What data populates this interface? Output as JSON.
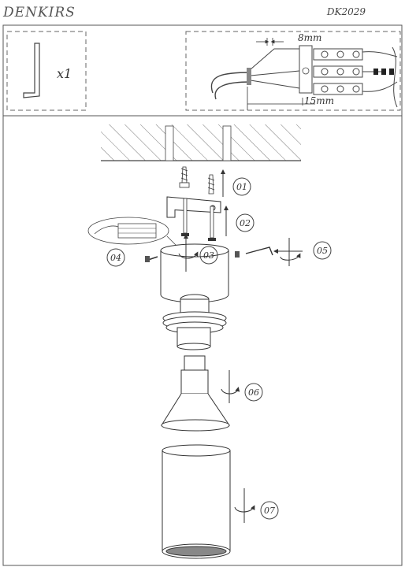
{
  "header": {
    "brand": "DENKIRS",
    "model": "DK2029"
  },
  "tools": {
    "hex_key_quantity": "x1"
  },
  "wiring": {
    "strip_inner": "8mm",
    "strip_outer": "15mm"
  },
  "steps": [
    "01",
    "02",
    "03",
    "04",
    "05",
    "06",
    "07"
  ]
}
